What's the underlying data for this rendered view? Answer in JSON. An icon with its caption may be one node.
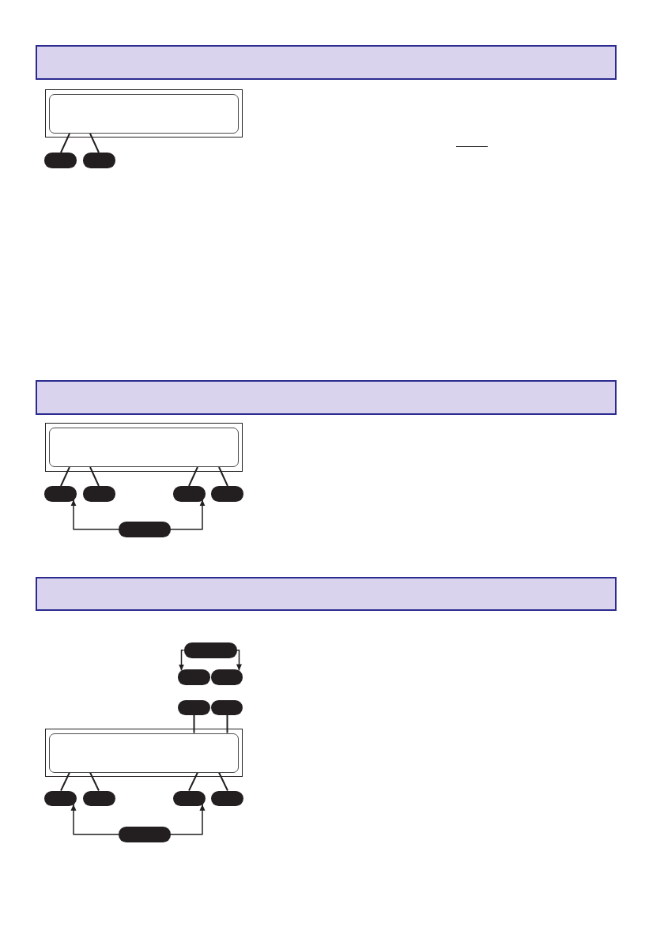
{
  "diagram": {
    "nodes": [
      {
        "text": [],
        "shape": "band"
      },
      {
        "text": [],
        "shape": "box"
      },
      {
        "text": [],
        "shape": "box",
        "in": 1
      },
      {
        "text": [],
        "shape": "pill"
      },
      {
        "text": [],
        "shape": "pill"
      },
      {
        "text": [],
        "shape": "band"
      },
      {
        "text": [],
        "shape": "box"
      },
      {
        "text": [],
        "shape": "box",
        "in": 6
      },
      {
        "text": [],
        "shape": "pill"
      },
      {
        "text": [],
        "shape": "pill"
      },
      {
        "text": [],
        "shape": "pill"
      },
      {
        "text": [],
        "shape": "pill"
      },
      {
        "text": [],
        "shape": "pill"
      },
      {
        "text": [],
        "shape": "band"
      },
      {
        "text": [],
        "shape": "pill"
      },
      {
        "text": [],
        "shape": "pill"
      },
      {
        "text": [],
        "shape": "pill"
      },
      {
        "text": [],
        "shape": "pill"
      },
      {
        "text": [],
        "shape": "pill"
      },
      {
        "text": [],
        "shape": "box"
      },
      {
        "text": [],
        "shape": "box",
        "in": 19
      },
      {
        "text": [],
        "shape": "pill"
      },
      {
        "text": [],
        "shape": "pill"
      },
      {
        "text": [],
        "shape": "pill"
      },
      {
        "text": [],
        "shape": "pill"
      },
      {
        "text": [],
        "shape": "pill"
      }
    ],
    "edges": [
      {
        "from": 3,
        "to": 2,
        "arrow": "none"
      },
      {
        "from": 4,
        "to": 2,
        "arrow": "none"
      },
      {
        "from": 8,
        "to": 7,
        "arrow": "none"
      },
      {
        "from": 9,
        "to": 7,
        "arrow": "none"
      },
      {
        "from": 10,
        "to": 7,
        "arrow": "none"
      },
      {
        "from": 11,
        "to": 7,
        "arrow": "none"
      },
      {
        "from": 12,
        "to": 8,
        "arrow": "to"
      },
      {
        "from": 12,
        "to": 10,
        "arrow": "to"
      },
      {
        "from": 14,
        "to": 15,
        "arrow": "to"
      },
      {
        "from": 14,
        "to": 16,
        "arrow": "to"
      },
      {
        "from": 17,
        "to": 20,
        "arrow": "none"
      },
      {
        "from": 18,
        "to": 20,
        "arrow": "none"
      },
      {
        "from": 21,
        "to": 20,
        "arrow": "none"
      },
      {
        "from": 22,
        "to": 20,
        "arrow": "none"
      },
      {
        "from": 23,
        "to": 20,
        "arrow": "none"
      },
      {
        "from": 24,
        "to": 20,
        "arrow": "none"
      },
      {
        "from": 25,
        "to": 21,
        "arrow": "to"
      },
      {
        "from": 25,
        "to": 23,
        "arrow": "to"
      }
    ]
  }
}
